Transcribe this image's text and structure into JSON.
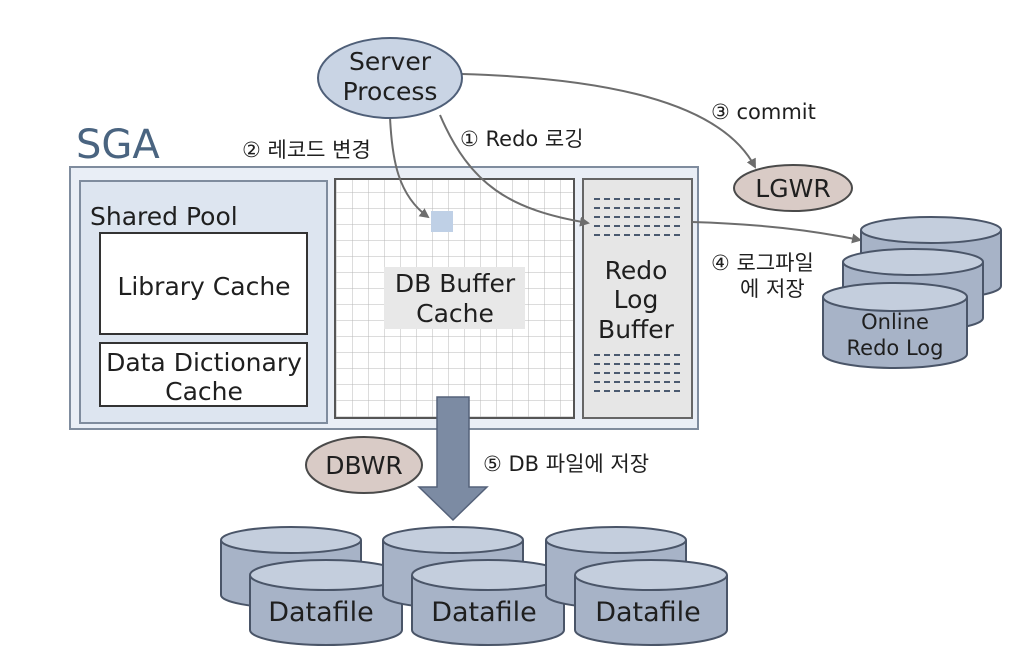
{
  "diagram": {
    "sga": {
      "title": "SGA"
    },
    "server_process": {
      "line1": "Server",
      "line2": "Process"
    },
    "lgwr": {
      "label": "LGWR"
    },
    "dbwr": {
      "label": "DBWR"
    },
    "shared_pool": {
      "title": "Shared Pool",
      "library_cache": "Library Cache",
      "data_dictionary_cache": {
        "line1": "Data Dictionary",
        "line2": "Cache"
      }
    },
    "db_buffer_cache": {
      "line1": "DB Buffer",
      "line2": "Cache"
    },
    "redo_log_buffer": {
      "line1": "Redo",
      "line2": "Log",
      "line3": "Buffer"
    },
    "online_redo_log": {
      "line1": "Online",
      "line2": "Redo Log"
    },
    "datafiles": [
      "Datafile",
      "Datafile",
      "Datafile"
    ],
    "steps": {
      "redo_logging": "① Redo 로깅",
      "record_change": "② 레코드 변경",
      "commit": "③ commit",
      "save_logfile": {
        "line1": "④ 로그파일",
        "line2": "에 저장"
      },
      "save_db_file": "⑤ DB 파일에 저장"
    },
    "colors": {
      "process_fill": "#c9d4e4",
      "background_process_fill": "#d9cbc6",
      "sga_fill": "#e9eef6",
      "disk_fill": "#a7b3c7",
      "arrow": "#6d6d6d",
      "dbwr_arrow": "#7c8ba3",
      "sga_title": "#4a6480"
    }
  }
}
